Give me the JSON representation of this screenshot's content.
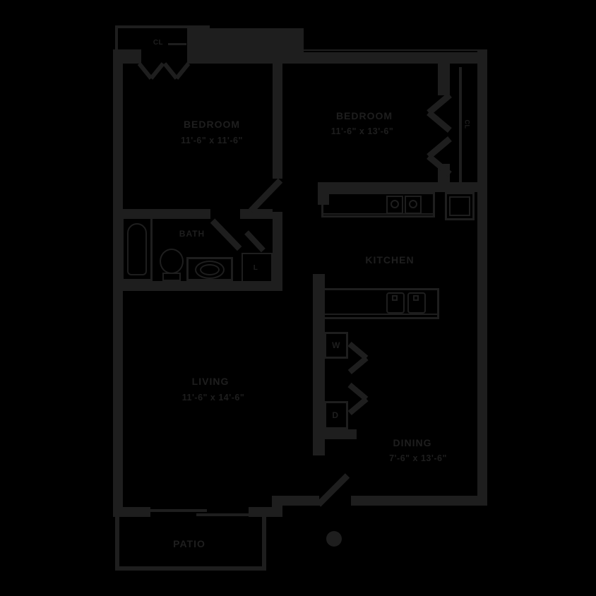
{
  "colors": {
    "background": "#000000",
    "ink": "#1e1e1e"
  },
  "plan": {
    "rooms": {
      "bedroom1": {
        "name": "BEDROOM",
        "dims": "11'-6\" x 11'-6\""
      },
      "bedroom2": {
        "name": "BEDROOM",
        "dims": "11'-6\" x 13'-6\""
      },
      "living": {
        "name": "LIVING",
        "dims": "11'-6\" x 14'-6\""
      },
      "dining": {
        "name": "DINING",
        "dims": "7'-6\" x 13'-6\""
      },
      "kitchen": {
        "name": "KITCHEN"
      },
      "bath": {
        "name": "BATH"
      },
      "patio": {
        "name": "PATIO"
      }
    },
    "labels": {
      "closet_bedroom1": "CL",
      "closet_bedroom2": "CL",
      "linen_closet": "L",
      "washer": "W",
      "dryer": "D"
    }
  }
}
